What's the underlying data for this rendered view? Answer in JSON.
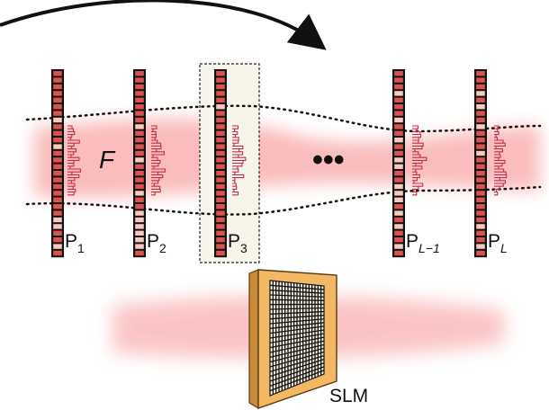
{
  "labels": {
    "field": "F",
    "ellipsis": "•••",
    "slm": "SLM"
  },
  "planes": [
    {
      "name": "plane-1",
      "base": "P",
      "sub": "1",
      "sub_italic": false,
      "highlighted": false
    },
    {
      "name": "plane-2",
      "base": "P",
      "sub": "2",
      "sub_italic": false,
      "highlighted": false
    },
    {
      "name": "plane-3",
      "base": "P",
      "sub": "3",
      "sub_italic": false,
      "highlighted": true
    },
    {
      "name": "plane-l-minus-1",
      "base": "P",
      "sub": "L−1",
      "sub_italic": true,
      "highlighted": false
    },
    {
      "name": "plane-l",
      "base": "P",
      "sub": "L",
      "sub_italic": true,
      "highlighted": false
    }
  ],
  "colors": {
    "beam": "#f35a5a",
    "pixel_dark": "#d9534f",
    "pixel_light": "#f7c9c0",
    "profile": "#c0304a",
    "slm_frame": "#f0b45a",
    "highlight_box": "#f7f5e9"
  }
}
